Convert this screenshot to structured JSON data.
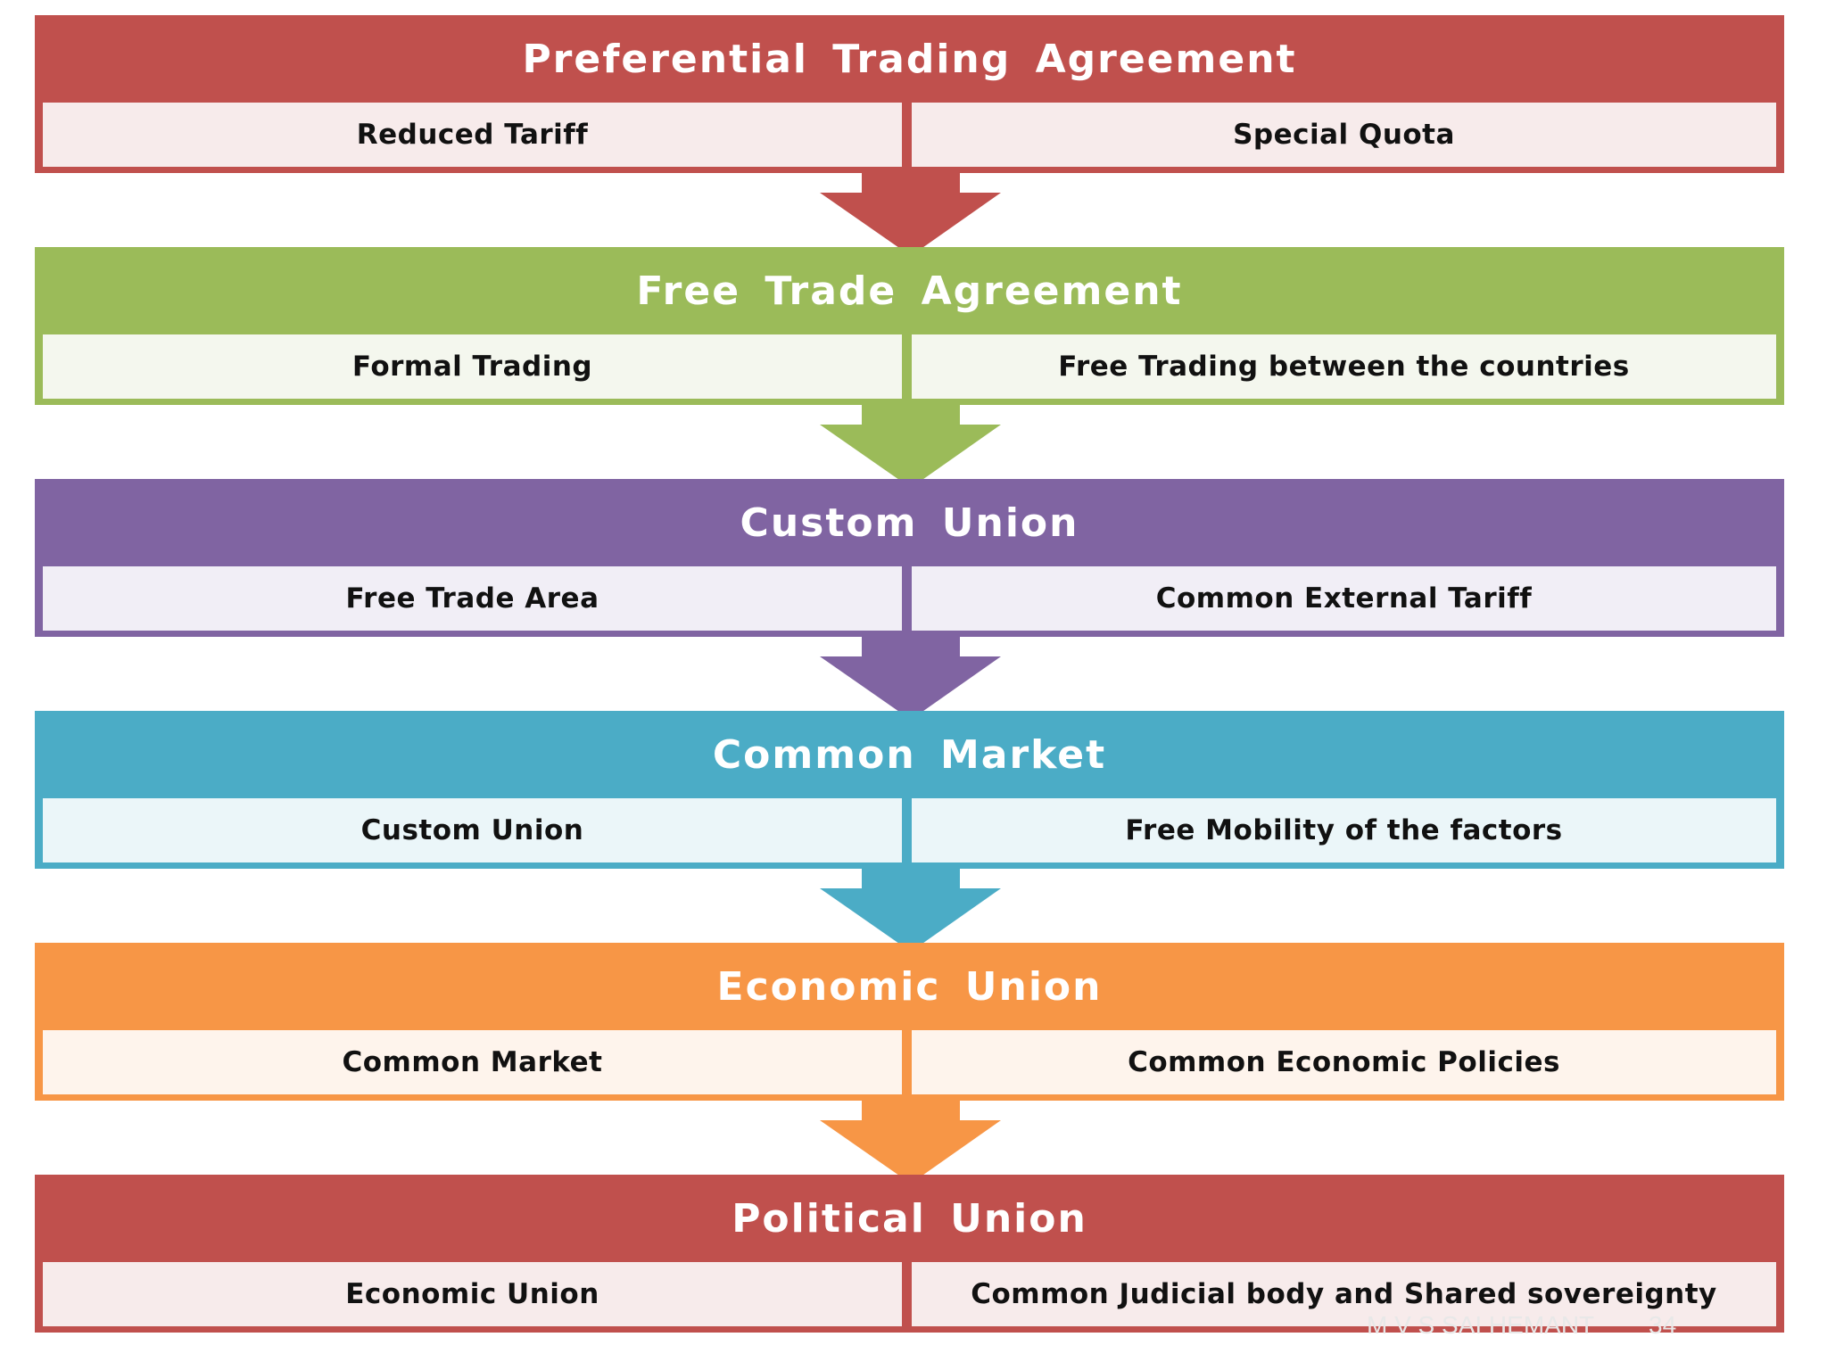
{
  "levels": [
    {
      "title": "Preferential Trading Agreement",
      "left": "Reduced Tariff",
      "right": "Special Quota",
      "color": "#C0504D",
      "light": "#F7EBEB"
    },
    {
      "title": "Free Trade Agreement",
      "left": "Formal Trading",
      "right": "Free Trading between the countries",
      "color": "#9BBB59",
      "light": "#F4F7EE"
    },
    {
      "title": "Custom Union",
      "left": "Free Trade Area",
      "right": "Common External Tariff",
      "color": "#8064A2",
      "light": "#F1EEF6"
    },
    {
      "title": "Common Market",
      "left": "Custom Union",
      "right": "Free Mobility of the factors",
      "color": "#4BACC6",
      "light": "#EBF6F9"
    },
    {
      "title": "Economic Union",
      "left": "Common Market",
      "right": "Common Economic Policies",
      "color": "#F79646",
      "light": "#FEF4EC"
    },
    {
      "title": "Political Union",
      "left": "Economic Union",
      "right": "Common Judicial body and Shared sovereignty",
      "color": "#C0504D",
      "light": "#F7EBEB"
    }
  ],
  "footer": {
    "author": "M V S SAI HEMANT",
    "page": "34"
  }
}
